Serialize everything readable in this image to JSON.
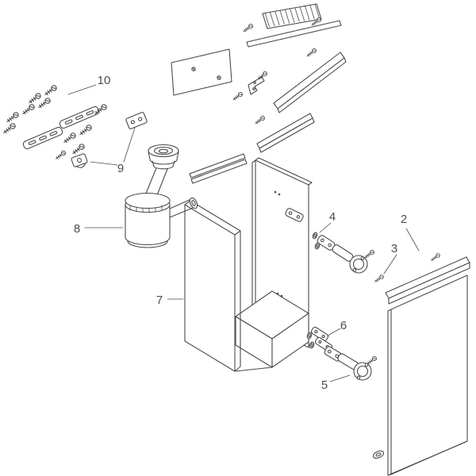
{
  "diagram": {
    "type": "exploded-assembly-diagram",
    "subject": "bathroom-vanity-cabinet-with-siphon",
    "background_color": "#ffffff",
    "line_color": "#4a4a4a",
    "label_color": "#4d4d4d",
    "callouts": [
      {
        "number": "2",
        "part": "door-panel"
      },
      {
        "number": "3",
        "part": "door-top-strip-screws"
      },
      {
        "number": "4",
        "part": "upper-hinge"
      },
      {
        "number": "5",
        "part": "lower-hinge"
      },
      {
        "number": "6",
        "part": "hinge-mounting-plates"
      },
      {
        "number": "7",
        "part": "cabinet-body"
      },
      {
        "number": "8",
        "part": "bottle-trap-siphon"
      },
      {
        "number": "9",
        "part": "pipe-clamp-bracket"
      },
      {
        "number": "10",
        "part": "screw-and-fitting-set"
      }
    ]
  }
}
